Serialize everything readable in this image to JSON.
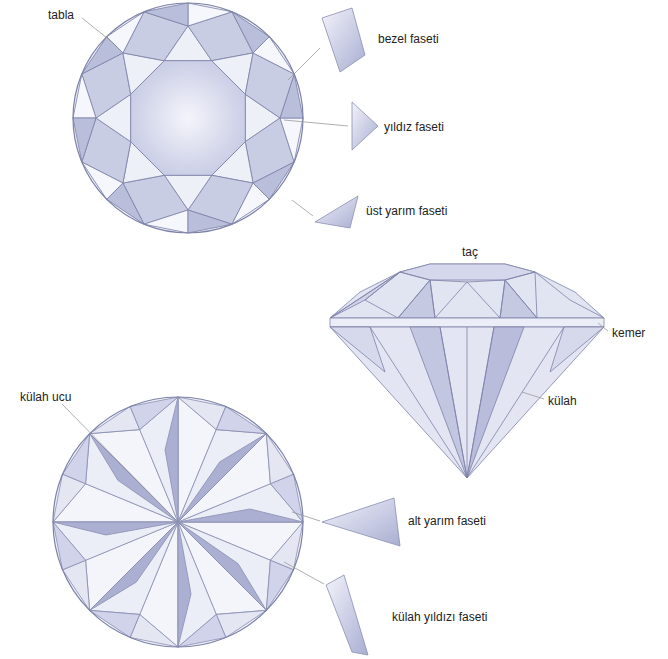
{
  "diagram": {
    "labels": [
      "tabla",
      "bezel faseti",
      "yıldız faseti",
      "üst yarım faseti",
      "taç",
      "kemer",
      "külah",
      "külah ucu",
      "alt yarım faseti",
      "külah yıldızı faseti"
    ]
  }
}
